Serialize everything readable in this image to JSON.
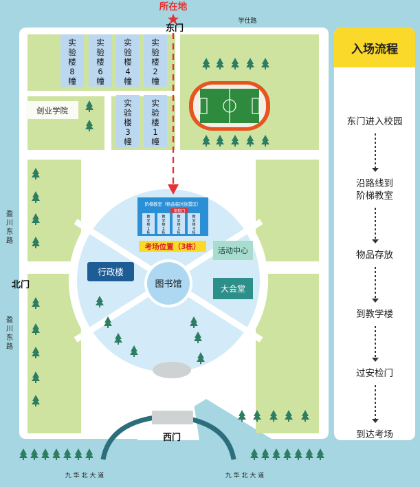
{
  "map": {
    "location_label": "所在地",
    "gates": {
      "east": "东门",
      "north": "北门",
      "west": "西门"
    },
    "roads": {
      "top": "学仕路",
      "left_upper": [
        "盈",
        "川",
        "东",
        "路"
      ],
      "left_lower": [
        "盈",
        "川",
        "东",
        "路"
      ],
      "bottom_left": "九 华 北 大 道",
      "bottom_right": "九 华 北 大 道"
    },
    "lab_buildings": [
      {
        "chars": [
          "实",
          "验",
          "楼",
          "8",
          "幢"
        ]
      },
      {
        "chars": [
          "实",
          "验",
          "楼",
          "6",
          "幢"
        ]
      },
      {
        "chars": [
          "实",
          "验",
          "楼",
          "4",
          "幢"
        ]
      },
      {
        "chars": [
          "实",
          "验",
          "楼",
          "2",
          "幢"
        ]
      },
      {
        "chars": [
          "实",
          "验",
          "楼",
          "3",
          "幢"
        ]
      },
      {
        "chars": [
          "实",
          "验",
          "楼",
          "1",
          "幢"
        ]
      }
    ],
    "entrepreneurship": "创业学院",
    "lecture_hall": {
      "header": "阶梯教室（物品临时放置区）",
      "checkpoint": "安检口",
      "buildings": [
        {
          "chars": [
            "教",
            "学",
            "楼",
            "1",
            "栋"
          ]
        },
        {
          "chars": [
            "教",
            "学",
            "楼",
            "2",
            "栋"
          ]
        },
        {
          "chars": [
            "教",
            "学",
            "楼",
            "3",
            "栋"
          ]
        },
        {
          "chars": [
            "教",
            "学",
            "楼",
            "4",
            "栋"
          ]
        }
      ]
    },
    "exam_location": "考场位置（3栋）",
    "admin": "行政楼",
    "library": "图书馆",
    "activity_center": "活动中心",
    "auditorium": "大会堂"
  },
  "flow": {
    "title": "入场流程",
    "steps": [
      [
        "东门进入校园"
      ],
      [
        "沿路线到",
        "阶梯教室"
      ],
      [
        "物品存放"
      ],
      [
        "到教学楼"
      ],
      [
        "过安检门"
      ],
      [
        "到达考场"
      ]
    ]
  },
  "colors": {
    "background": "#a6d6e1",
    "grass": "#cfe3a0",
    "building": "#bcd8f0",
    "route": "#e53232",
    "dark_button": "#1e5c96",
    "teal_building": "#a8dccf",
    "title_bar": "#fbd92b"
  }
}
